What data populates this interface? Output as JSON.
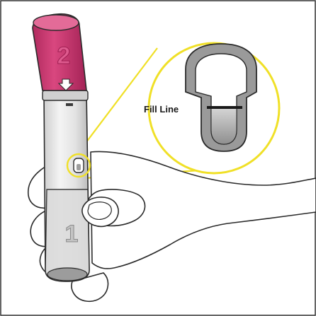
{
  "labels": {
    "fill_line": "Fill Line",
    "cap_number": "2",
    "body_number": "1"
  },
  "colors": {
    "cap_pink": "#c8336e",
    "cap_pink_light": "#e36b98",
    "pen_gray": "#e6e6e6",
    "pen_shade": "#bdbdbd",
    "callout_yellow": "#f0e027",
    "outline": "#2a2a2a"
  }
}
